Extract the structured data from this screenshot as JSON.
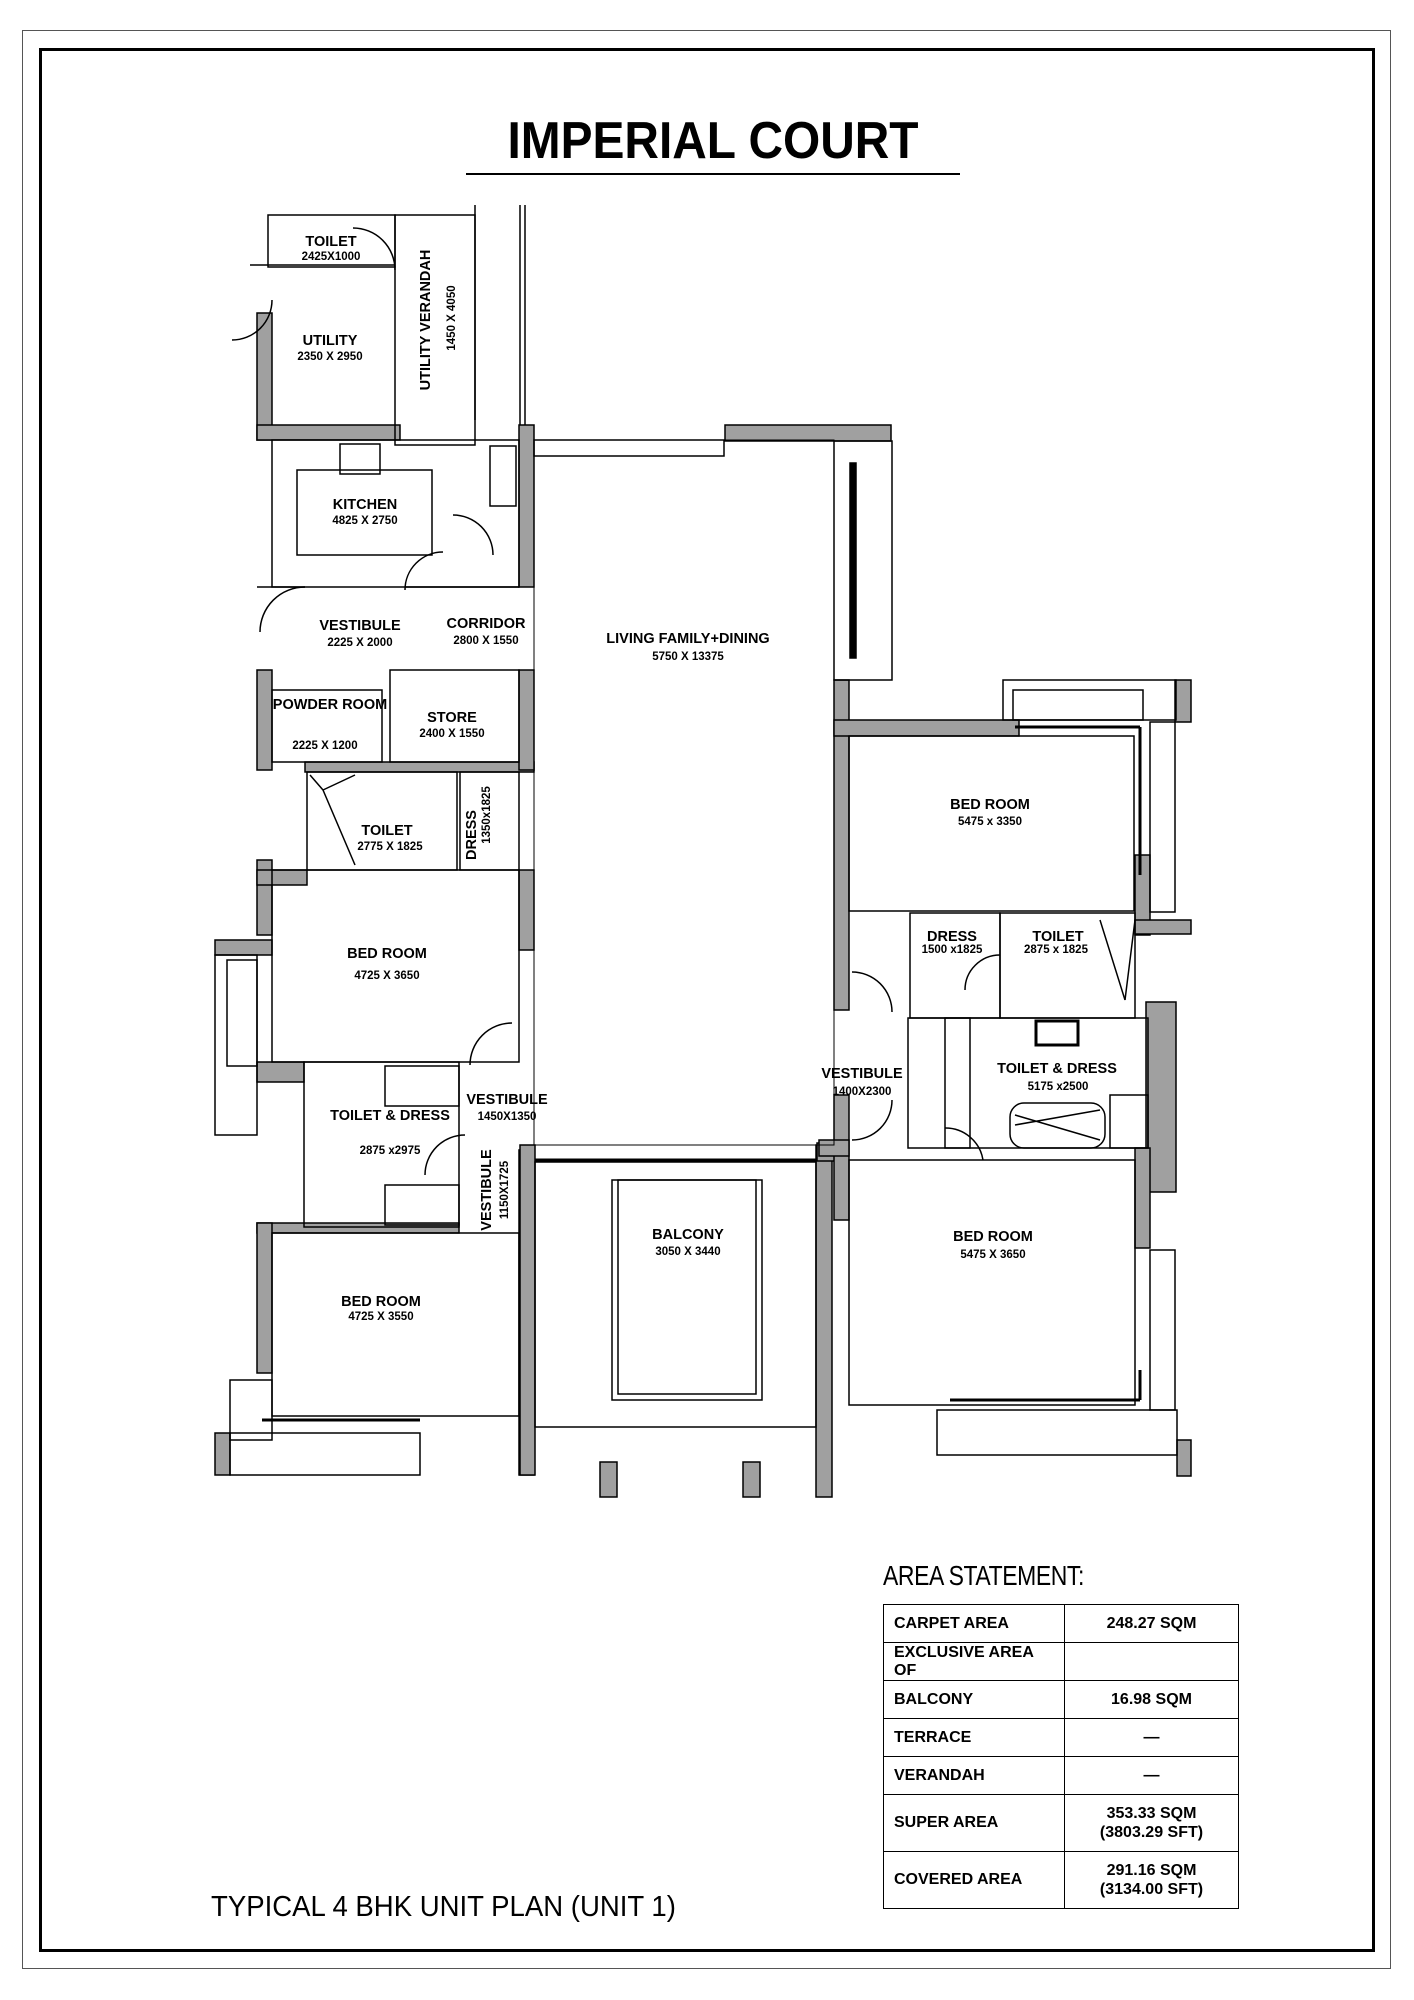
{
  "title": "IMPERIAL COURT",
  "caption": "TYPICAL 4 BHK UNIT PLAN (UNIT 1)",
  "colors": {
    "wall_fill": "#a0a0a0",
    "line": "#000000",
    "background": "#ffffff"
  },
  "rooms": [
    {
      "name": "TOILET",
      "dim": "2425X1000"
    },
    {
      "name": "UTILITY VERANDAH",
      "dim": "1450 X 4050"
    },
    {
      "name": "UTILITY",
      "dim": "2350 X 2950"
    },
    {
      "name": "KITCHEN",
      "dim": "4825 X 2750"
    },
    {
      "name": "VESTIBULE",
      "dim": "2225 X 2000"
    },
    {
      "name": "CORRIDOR",
      "dim": "2800 X 1550"
    },
    {
      "name": "LIVING FAMILY+DINING",
      "dim": "5750 X 13375"
    },
    {
      "name": "POWDER ROOM",
      "dim": "2225 X 1200"
    },
    {
      "name": "STORE",
      "dim": "2400 X 1550"
    },
    {
      "name": "TOILET",
      "dim": "2775 X 1825"
    },
    {
      "name": "DRESS",
      "dim": "1350x1825"
    },
    {
      "name": "BED ROOM",
      "dim": "4725 X 3650"
    },
    {
      "name": "TOILET & DRESS",
      "dim": "2875 x2975"
    },
    {
      "name": "VESTIBULE",
      "dim": "1450X1350"
    },
    {
      "name": "VESTIBULE",
      "dim": "1150X1725"
    },
    {
      "name": "BED ROOM",
      "dim": "4725 X 3550"
    },
    {
      "name": "BALCONY",
      "dim": "3050 X 3440"
    },
    {
      "name": "BED ROOM",
      "dim": "5475 x 3350"
    },
    {
      "name": "DRESS",
      "dim": "1500 x1825"
    },
    {
      "name": "TOILET",
      "dim": "2875 x 1825"
    },
    {
      "name": "VESTIBULE",
      "dim": "1400X2300"
    },
    {
      "name": "TOILET & DRESS",
      "dim": "5175 x2500"
    },
    {
      "name": "BED ROOM",
      "dim": "5475 X 3650"
    }
  ],
  "area_statement": {
    "heading": "AREA STATEMENT:",
    "rows": [
      {
        "label": "CARPET AREA",
        "value": "248.27 SQM",
        "value2": ""
      },
      {
        "label": "EXCLUSIVE AREA OF",
        "value": "",
        "value2": ""
      },
      {
        "label": "BALCONY",
        "value": "16.98 SQM",
        "value2": ""
      },
      {
        "label": "TERRACE",
        "value": "—",
        "value2": ""
      },
      {
        "label": "VERANDAH",
        "value": "—",
        "value2": ""
      },
      {
        "label": "SUPER AREA",
        "value": "353.33 SQM",
        "value2": "(3803.29 SFT)"
      },
      {
        "label": "COVERED AREA",
        "value": "291.16 SQM",
        "value2": "(3134.00 SFT)"
      }
    ]
  }
}
